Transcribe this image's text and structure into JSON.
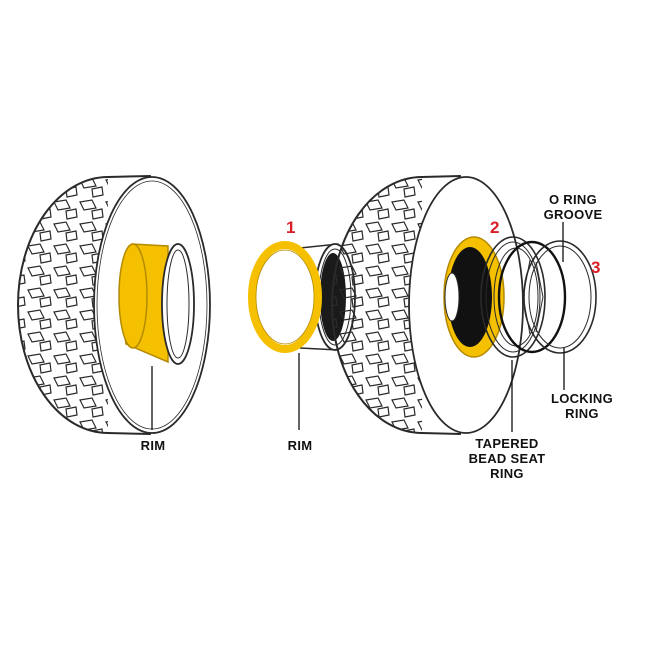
{
  "colors": {
    "rim_fill": "#f5c000",
    "rim_stroke": "#b48a00",
    "number_red": "#d81f26",
    "line_dark": "#111111",
    "tire_line": "#2a2a2a"
  },
  "numbers": {
    "n1": "1",
    "n2": "2",
    "n3": "3"
  },
  "labels": {
    "rim_left": "RIM",
    "rim_middle": "RIM",
    "o_ring_groove": [
      "O RING",
      "GROOVE"
    ],
    "locking_ring": [
      "LOCKING",
      "RING"
    ],
    "tapered_bead_seat_ring": [
      "TAPERED",
      "BEAD SEAT",
      "RING"
    ]
  }
}
